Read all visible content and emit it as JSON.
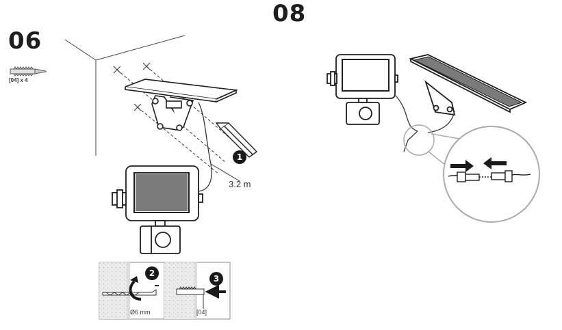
{
  "step_06": {
    "number": "06",
    "anchor_qty": "[04] x 4",
    "cable_length": "3.2 m",
    "drill_size": "Ø6 mm",
    "anchor_ref": "[04]",
    "badges": [
      "1",
      "2",
      "3"
    ]
  },
  "step_08": {
    "number": "08"
  },
  "colors": {
    "ink": "#1e1e1e",
    "stone": "#e6e6e6",
    "screen": "#7a7a7a"
  }
}
